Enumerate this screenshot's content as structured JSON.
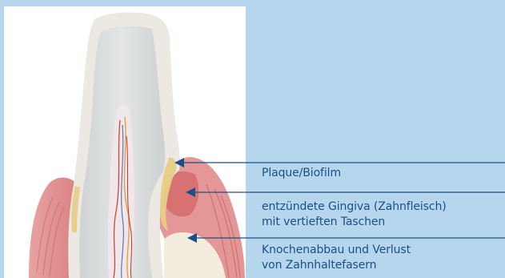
{
  "labels": {
    "plaque": "Plaque/Biofilm",
    "gingiva_line1": "entzündete Gingiva (Zahnfleisch)",
    "gingiva_line2": "mit vertieften Taschen",
    "bone_line1": "Knochenabbau und Verlust",
    "bone_line2": "von Zahnhaltefasern"
  },
  "colors": {
    "background": "#b5d6ec",
    "panel": "#ffffff",
    "tooth_enamel": "#ebe8e1",
    "tooth_dentin": "#d9dcdc",
    "gum": "#e49a9a",
    "gum_inflamed": "#d76a6a",
    "plaque": "#e9cf87",
    "bone": "#f4ecdc",
    "pointer": "#1c4f86",
    "label_text": "#1c4f86"
  }
}
